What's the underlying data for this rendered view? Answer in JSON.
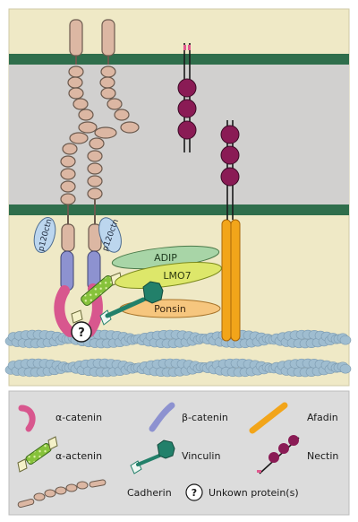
{
  "colors": {
    "background": "#efe9c6",
    "membrane_band": "#2f6e4c",
    "intercellular_space": "#d1d0cf",
    "cadherin": "#dcb7a3",
    "alpha_catenin": "#d8578e",
    "beta_catenin": "#8d92d0",
    "p120": "#bcd6ee",
    "alpha_actinin": "#86c23b",
    "vinculin": "#22806a",
    "afadin": "#f2a51a",
    "nectin": "#8a1b55",
    "adip": "#a8d5a7",
    "lmo7": "#dde76a",
    "ponsin": "#f6c67e",
    "actin": "#9fbdd0",
    "legend_bg": "#dcdcdc"
  },
  "labels": {
    "p120_left": "p120ctn",
    "p120_right": "p120ctn",
    "adip": "ADIP",
    "lmo7": "LMO7",
    "ponsin": "Ponsin",
    "unknown_symbol": "?"
  },
  "legend": {
    "alpha_catenin": "α-catenin",
    "beta_catenin": "β-catenin",
    "afadin": "Afadin",
    "alpha_actenin": "α-actenin",
    "vinculin": "Vinculin",
    "nectin": "Nectin",
    "cadherin": "Cadherin",
    "unknown_symbol": "?",
    "unknown": "Unkown protein(s)"
  }
}
